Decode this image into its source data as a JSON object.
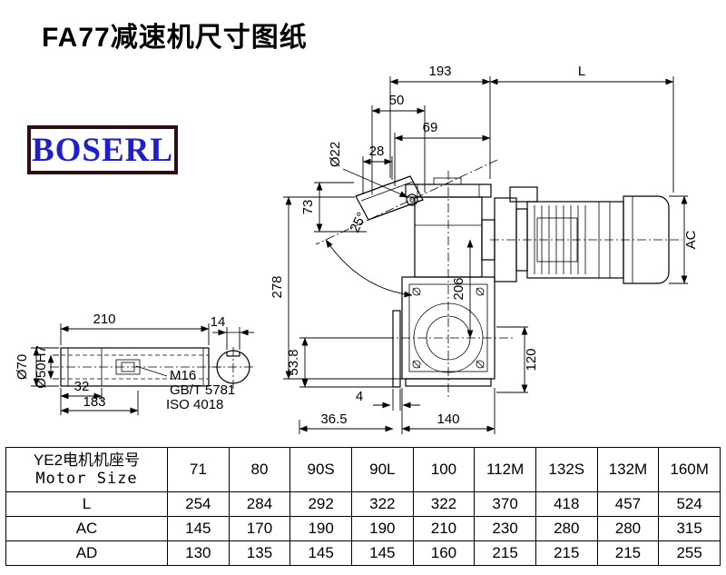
{
  "page": {
    "title": "FA77减速机尺寸图纸",
    "logo": "BOSERL"
  },
  "dims": {
    "dim193": "193",
    "dimL": "L",
    "dim50": "50",
    "dim69": "69",
    "dia22": "Ø22",
    "dim28": "28",
    "dim73": "73",
    "angle25": "25°",
    "dim278": "278",
    "dim206": "206",
    "dimAC": "AC",
    "dim120": "120",
    "dim4": "4",
    "dim36_5": "36.5",
    "dim140": "140",
    "dim53_8": "53.8",
    "dim210": "210",
    "dim14": "14",
    "dia70": "Ø70",
    "dia50h7": "Ø50H7",
    "dim32": "32",
    "dim183": "183",
    "thread": "M16",
    "std1": "GB/T 5781",
    "std2": "ISO 4018"
  },
  "table": {
    "header_line1": "YE2电机机座号",
    "header_line2": "Motor Size",
    "columns": [
      "71",
      "80",
      "90S",
      "90L",
      "100",
      "112M",
      "132S",
      "132M",
      "160M"
    ],
    "rows": [
      {
        "label": "L",
        "values": [
          "254",
          "284",
          "292",
          "322",
          "322",
          "370",
          "418",
          "457",
          "524"
        ]
      },
      {
        "label": "AC",
        "values": [
          "145",
          "170",
          "190",
          "190",
          "210",
          "230",
          "280",
          "280",
          "315"
        ]
      },
      {
        "label": "AD",
        "values": [
          "130",
          "135",
          "145",
          "145",
          "160",
          "215",
          "215",
          "215",
          "255"
        ]
      }
    ]
  }
}
